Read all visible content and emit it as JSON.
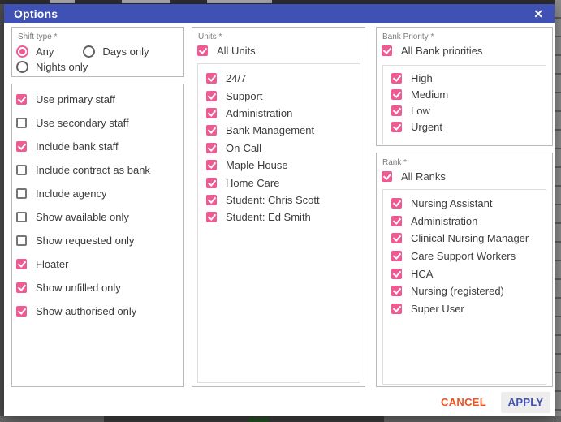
{
  "colors": {
    "header_indigo": "#3f51b5",
    "accent_pink": "#ee5b92",
    "cancel_orange": "#f4511e",
    "apply_text": "#3f51b5",
    "apply_bg": "#ededed"
  },
  "dialog": {
    "title": "Options",
    "close_icon": "✕"
  },
  "shift_type": {
    "legend": "Shift type *",
    "options": [
      {
        "label": "Any",
        "selected": true
      },
      {
        "label": "Days only",
        "selected": false
      },
      {
        "label": "Nights only",
        "selected": false
      }
    ]
  },
  "filters": {
    "items": [
      {
        "label": "Use primary staff",
        "checked": true
      },
      {
        "label": "Use secondary staff",
        "checked": false
      },
      {
        "label": "Include bank staff",
        "checked": true
      },
      {
        "label": "Include contract as bank",
        "checked": false
      },
      {
        "label": "Include agency",
        "checked": false
      },
      {
        "label": "Show available only",
        "checked": false
      },
      {
        "label": "Show requested only",
        "checked": false
      },
      {
        "label": "Floater",
        "checked": true
      },
      {
        "label": "Show unfilled only",
        "checked": true
      },
      {
        "label": "Show authorised only",
        "checked": true
      }
    ]
  },
  "units": {
    "legend": "Units *",
    "all": {
      "label": "All Units",
      "checked": true
    },
    "items": [
      {
        "label": "24/7",
        "checked": true
      },
      {
        "label": "Support",
        "checked": true
      },
      {
        "label": "Administration",
        "checked": true
      },
      {
        "label": "Bank Management",
        "checked": true
      },
      {
        "label": "On-Call",
        "checked": true
      },
      {
        "label": "Maple House",
        "checked": true
      },
      {
        "label": "Home Care",
        "checked": true
      },
      {
        "label": "Student: Chris Scott",
        "checked": true
      },
      {
        "label": "Student: Ed Smith",
        "checked": true
      }
    ]
  },
  "bank_priority": {
    "legend": "Bank Priority *",
    "all": {
      "label": "All Bank priorities",
      "checked": true
    },
    "items": [
      {
        "label": "High",
        "checked": true
      },
      {
        "label": "Medium",
        "checked": true
      },
      {
        "label": "Low",
        "checked": true
      },
      {
        "label": "Urgent",
        "checked": true
      }
    ]
  },
  "rank": {
    "legend": "Rank *",
    "all": {
      "label": "All Ranks",
      "checked": true
    },
    "items": [
      {
        "label": "Nursing Assistant",
        "checked": true
      },
      {
        "label": "Administration",
        "checked": true
      },
      {
        "label": "Clinical Nursing Manager",
        "checked": true
      },
      {
        "label": "Care Support Workers",
        "checked": true
      },
      {
        "label": "HCA",
        "checked": true
      },
      {
        "label": "Nursing (registered)",
        "checked": true
      },
      {
        "label": "Super User",
        "checked": true
      }
    ]
  },
  "footer": {
    "cancel_label": "CANCEL",
    "apply_label": "APPLY"
  }
}
